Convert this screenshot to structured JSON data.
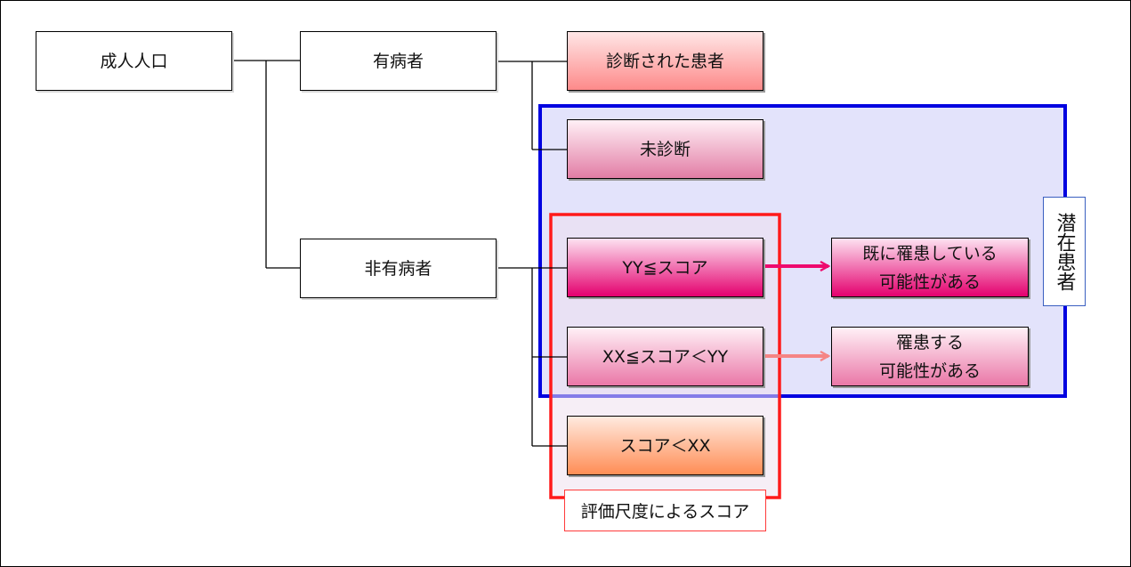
{
  "nodes": {
    "adult_population": "成人人口",
    "affected": "有病者",
    "non_affected": "非有病者",
    "diagnosed": "診断された患者",
    "undiagnosed": "未診断",
    "score_high": "YY≦スコア",
    "score_mid": "XX≦スコア＜YY",
    "score_low": "スコア＜XX",
    "outcome_high": [
      "既に罹患している",
      "可能性がある"
    ],
    "outcome_mid": [
      "罹患する",
      "可能性がある"
    ]
  },
  "labels": {
    "latent_patients": "潜在患者",
    "score_by_scale": "評価尺度によるスコア"
  },
  "colors": {
    "latent_frame": "#0000e0",
    "latent_fill": "#e3e3fb",
    "score_frame": "#ff1a1a",
    "arrow_high": "#ee0a6e",
    "arrow_mid": "#f58585",
    "diagnosed_fill": "#fd8a8a",
    "high_fill": "#e4006e",
    "low_fill": "#ff8d55"
  }
}
